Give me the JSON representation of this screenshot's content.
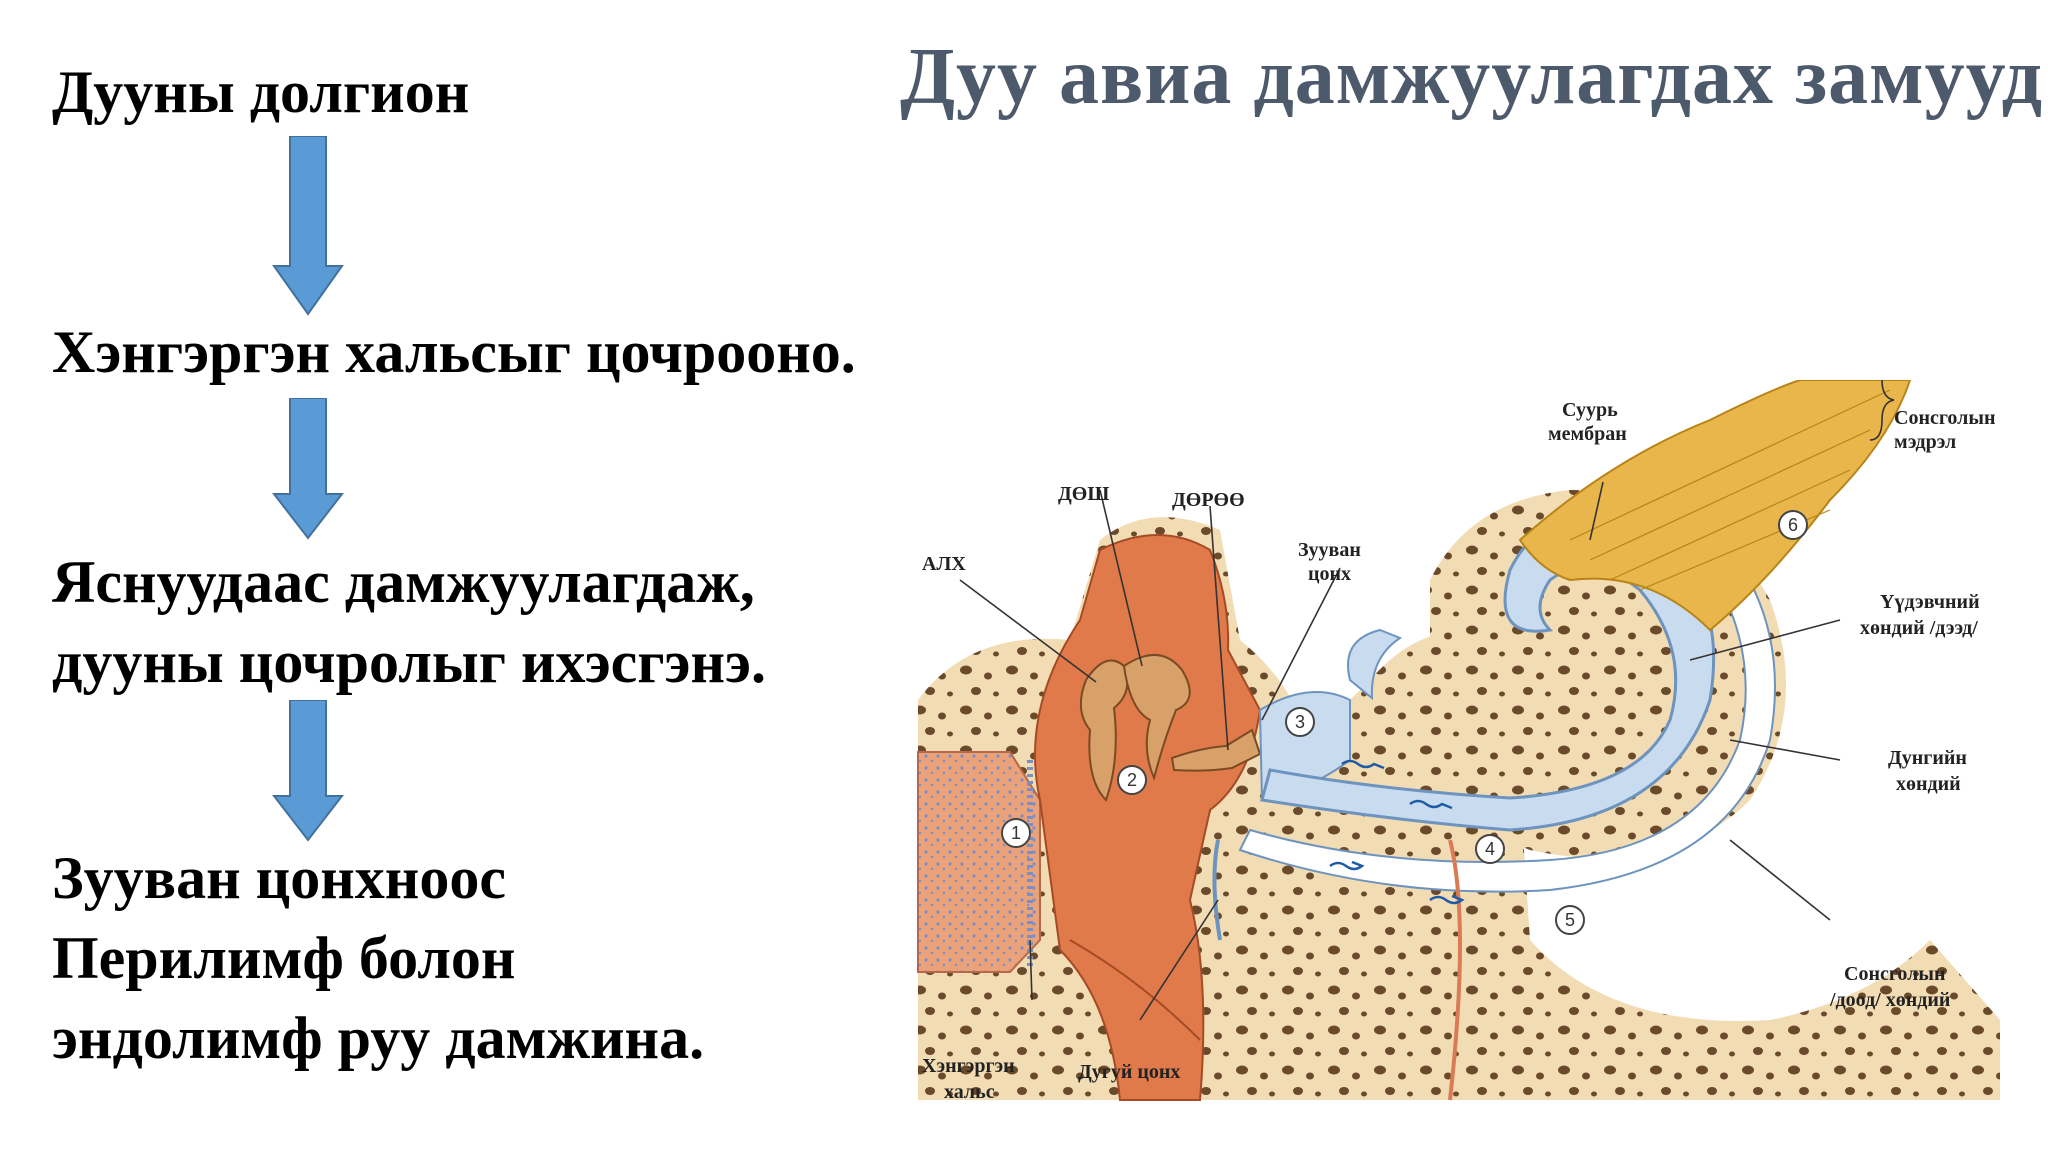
{
  "slide": {
    "title": "Дуу авиа дамжуулагдах  замууд",
    "steps": [
      {
        "lines": [
          "Дууны долгион"
        ]
      },
      {
        "lines": [
          "Хэнгэргэн хальсыг цочрооно."
        ]
      },
      {
        "lines": [
          "Яснуудаас дамжуулагдаж,",
          "дууны цочролыг ихэсгэнэ."
        ]
      },
      {
        "lines": [
          "Зууван цонхноос",
          "Перилимф болон",
          "эндолимф руу дамжина."
        ]
      }
    ]
  },
  "diagram": {
    "labels": {
      "alkh": "АЛХ",
      "dosh": "ДӨШ",
      "doroo": "ДӨРӨӨ",
      "zuuvan_1": "Зууван",
      "zuuvan_2": "цонх",
      "suur_1": "Суурь",
      "suur_2": "мембран",
      "sonsgol_madral_1": "Сонсголын",
      "sonsgol_madral_2": "мэдрэл",
      "udevch_1": "Үүдэвчний",
      "udevch_2": "хөндий /дээд/",
      "dung_1": "Дунгийн",
      "dung_2": "хөндий",
      "sonsgol_dood_1": "Сонсголын",
      "sonsgol_dood_2": "/доод/ хөндий",
      "hengergen_1": "Хэнгэргэн",
      "hengergen_2": "хальс",
      "dugui": "Дугуй цонх"
    },
    "markers": [
      "1",
      "2",
      "3",
      "4",
      "5",
      "6"
    ]
  },
  "colors": {
    "title": "#4d5a6b",
    "arrow_fill": "#5b9bd5",
    "arrow_stroke": "#41719c",
    "bone": "#f2dcb4",
    "middle_ear": "#e07a4a",
    "canal": "#c9dcef",
    "nerve": "#e8b64a"
  }
}
